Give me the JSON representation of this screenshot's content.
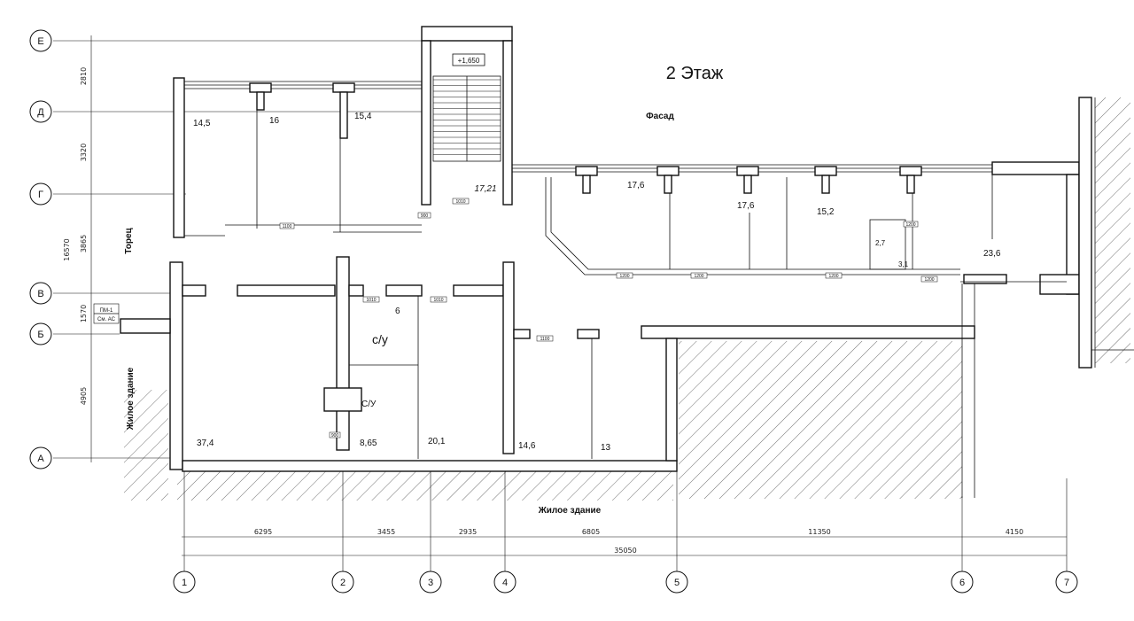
{
  "title": "2 Этаж",
  "labels": {
    "facade": "Фасад",
    "end_wall": "Торец",
    "residential_left": "Жилое здание",
    "residential_bottom": "Жилое здание",
    "stair_mark": "+1,650",
    "stair_area": "17,21",
    "note_line1": "ПМ-1",
    "note_line2": "См. АС"
  },
  "row_axes": [
    "Е",
    "Д",
    "Г",
    "В",
    "Б",
    "А"
  ],
  "col_axes": [
    "1",
    "2",
    "3",
    "4",
    "5",
    "6",
    "7"
  ],
  "row_dims": [
    "2810",
    "3320",
    "3865",
    "1570",
    "4905",
    "16570"
  ],
  "col_dims": [
    "6295",
    "3455",
    "2935",
    "6805",
    "11350",
    "4150",
    "35050"
  ],
  "rooms": {
    "r14_5": "14,5",
    "r16": "16",
    "r15_4": "15,4",
    "r17_6a": "17,6",
    "r17_6b": "17,6",
    "r15_2": "15,2",
    "r2_7": "2,7",
    "r3_1": "3,1",
    "r23_6": "23,6",
    "r6": "6",
    "wc1": "с/у",
    "wc2": "С/У",
    "r37_4": "37,4",
    "r8_65": "8,65",
    "r20_1": "20,1",
    "r14_6": "14,6",
    "r13": "13"
  },
  "doors": {
    "d1": "1100",
    "d2": "900",
    "d3": "1010",
    "d4": "1010",
    "d5": "1010",
    "d6": "1100",
    "d7": "900",
    "d8": "1200",
    "d9": "1200",
    "d10": "1200",
    "d11": "1200",
    "d12": "1200"
  }
}
